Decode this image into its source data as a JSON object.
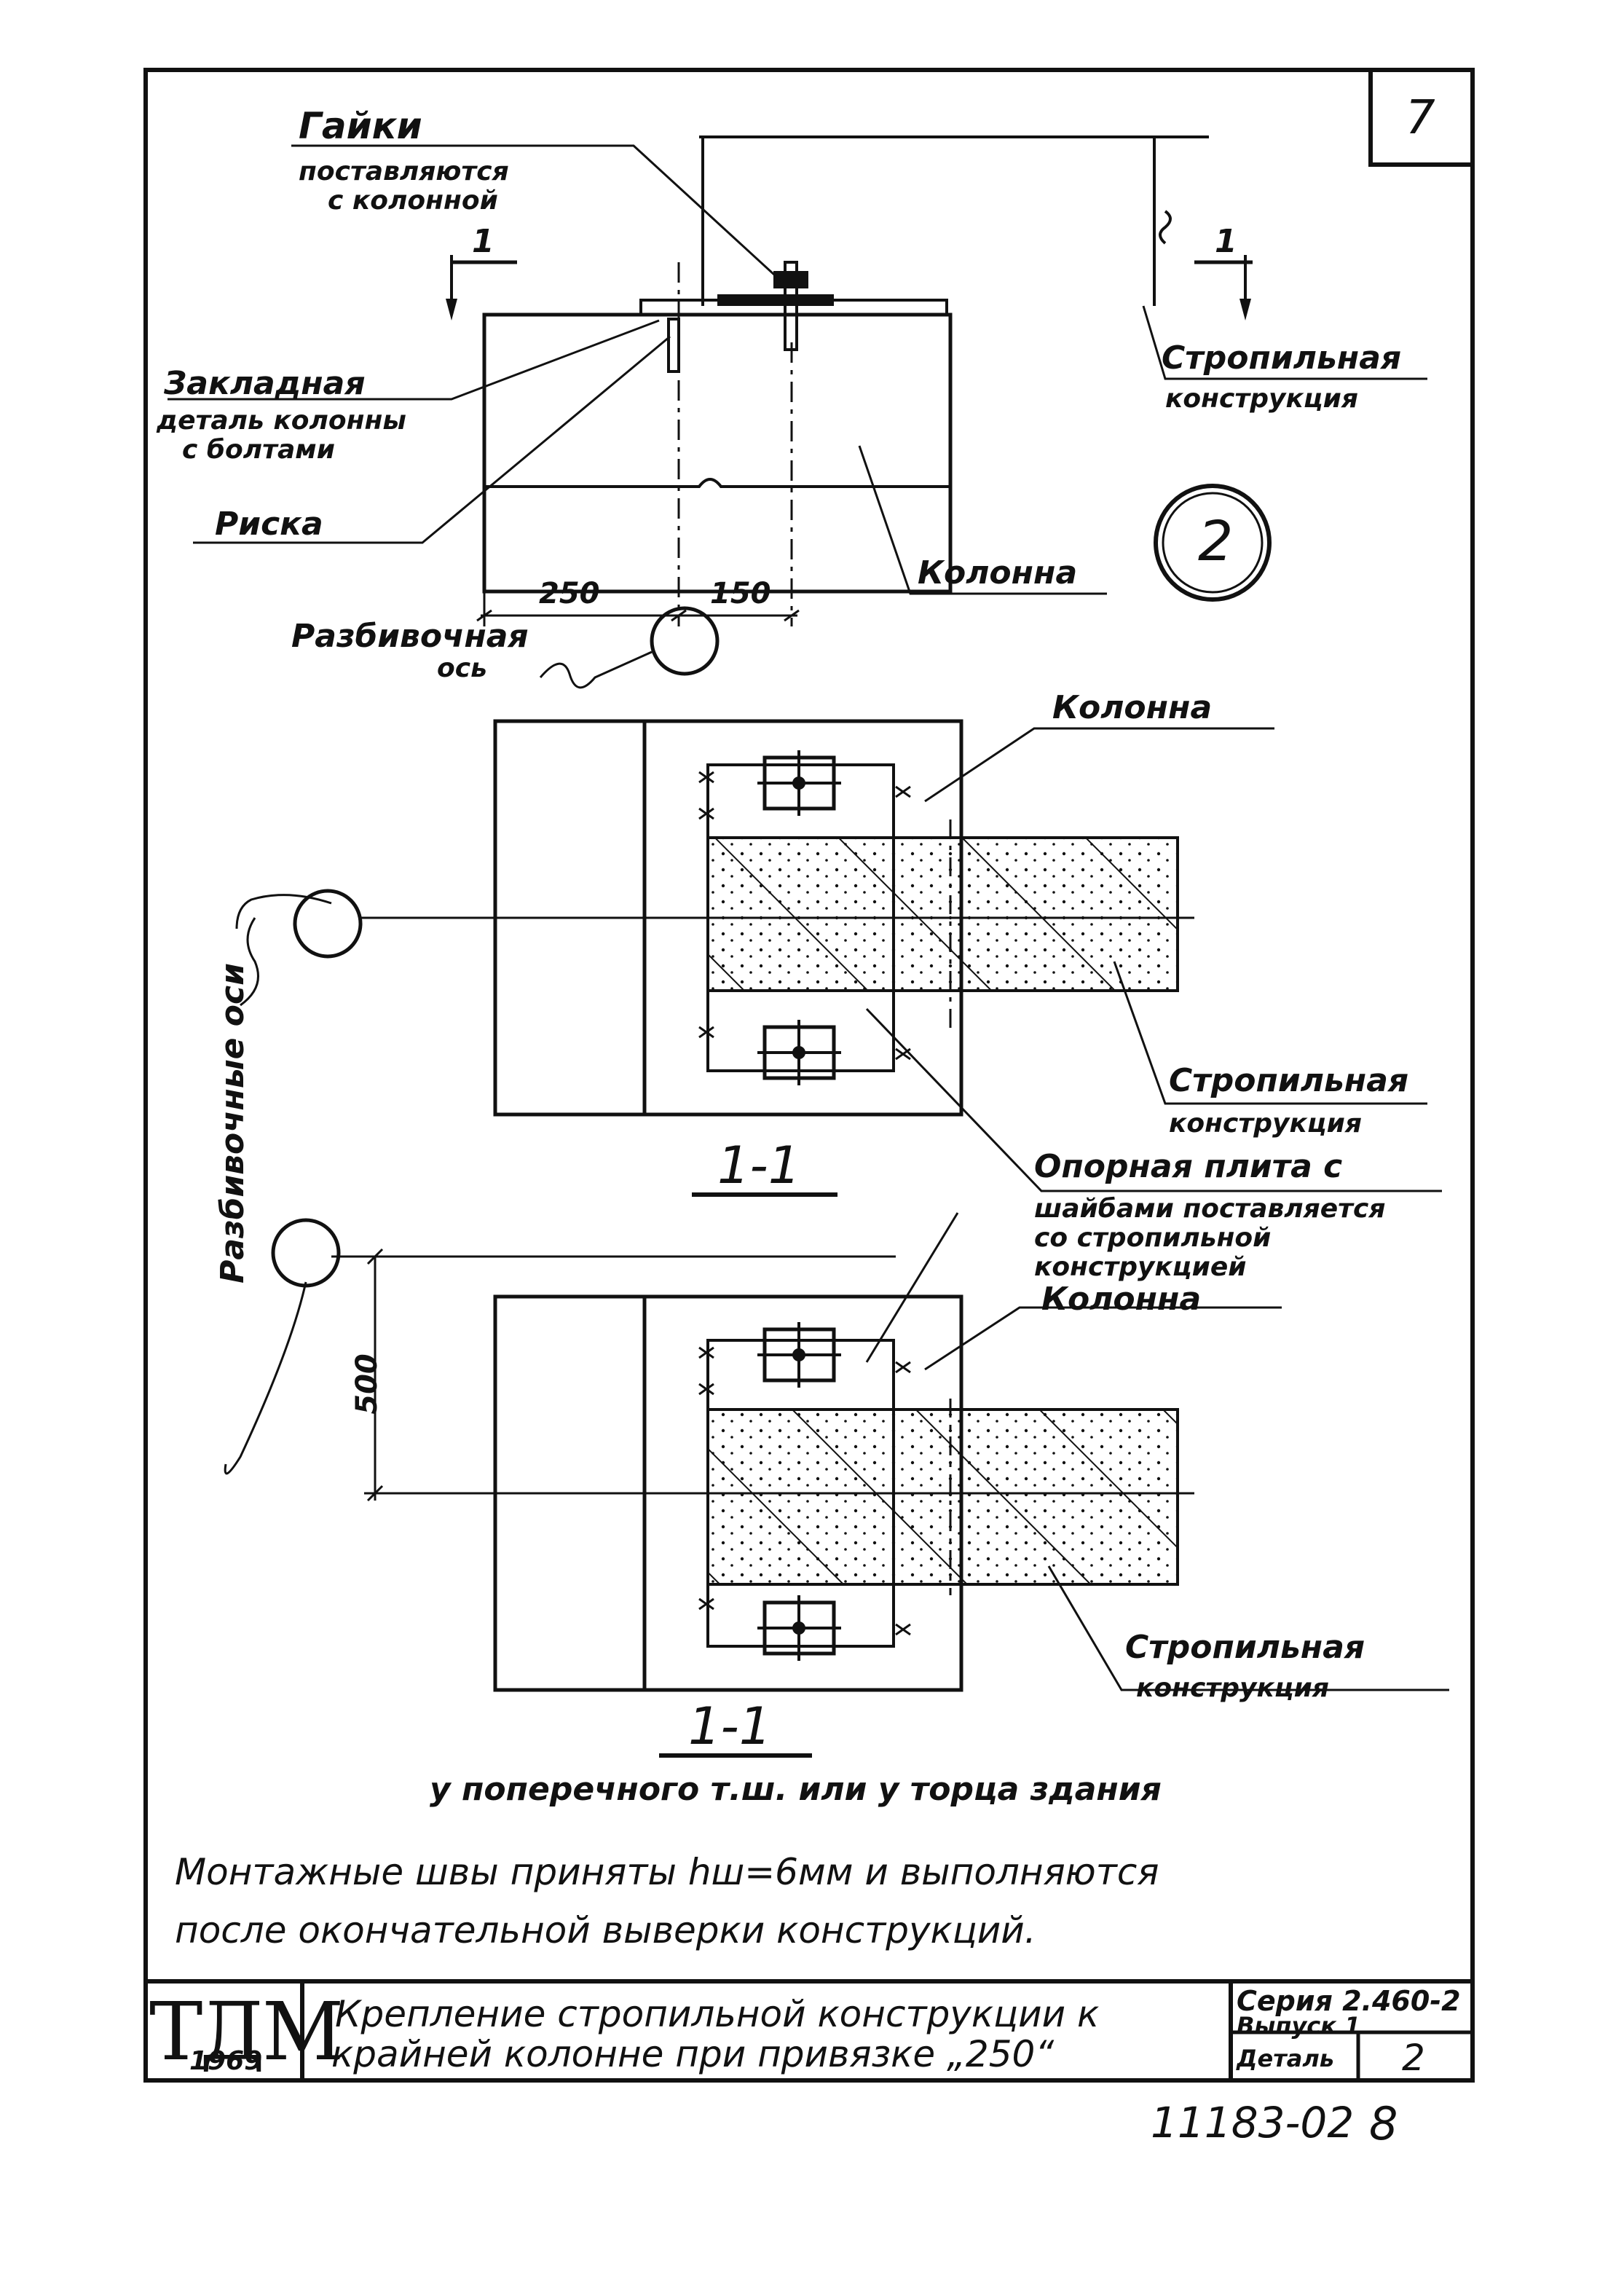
{
  "sheet": {
    "page_number": "7",
    "bottom_number": "11183-02",
    "bottom_page": "8"
  },
  "elevation": {
    "nuts_label_line1": "Гайки",
    "nuts_label_line2": "поставляются",
    "nuts_label_line3": "с колонной",
    "embedded_label_line1": "Закладная",
    "embedded_label_line2": "деталь колонны",
    "embedded_label_line3": "с болтами",
    "risk_label": "Риска",
    "rafter_label_line1": "Стропильная",
    "rafter_label_line2": "конструкция",
    "column_label": "Колонна",
    "dim_left": "250",
    "dim_right": "150",
    "section_mark": "1",
    "detail_number": "2",
    "axis_label_line1": "Разбивочная",
    "axis_label_line2": "ось"
  },
  "plan_top": {
    "column_label": "Колонна",
    "rafter_label_line1": "Стропильная",
    "rafter_label_line2": "конструкция",
    "section_title": "1-1"
  },
  "middle_callout": {
    "plate_line1": "Опорная плита с",
    "plate_line2": "шайбами поставляется",
    "plate_line3": "со стропильной",
    "plate_line4": "конструкцией",
    "axes_label": "Разбивочные оси"
  },
  "plan_bottom": {
    "column_label": "Колонна",
    "rafter_label_line1": "Стропильная",
    "rafter_label_line2": "конструкция",
    "dim_500": "500",
    "section_title": "1-1",
    "caption": "у поперечного т.ш. или у торца здания"
  },
  "notes": {
    "line1": "Монтажные швы приняты hш=6мм и выполняются",
    "line2": "после окончательной выверки конструкций."
  },
  "title_block": {
    "logo": "ТДМ",
    "year": "1969",
    "title_line1": "Крепление стропильной конструкции к",
    "title_line2": "крайней колонне при привязке „250“",
    "series": "Серия 2.460-2",
    "issue": "Выпуск 1",
    "detail_label": "Деталь",
    "detail_value": "2"
  }
}
